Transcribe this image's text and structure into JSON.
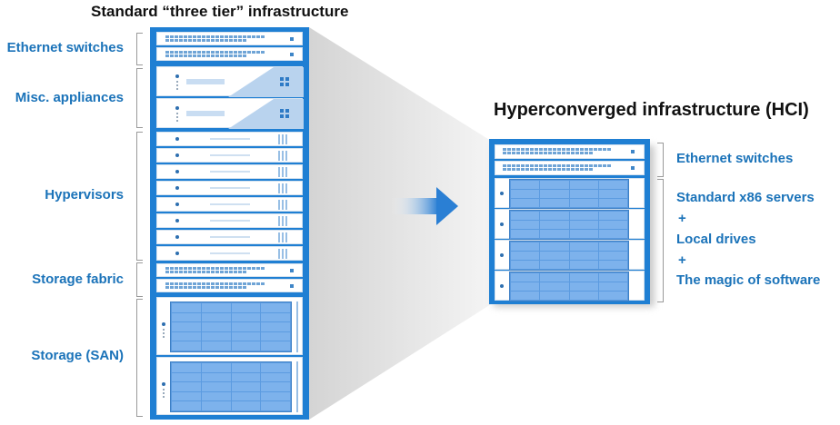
{
  "left": {
    "title": "Standard “three tier” infrastructure",
    "labels": {
      "ethernet": "Ethernet switches",
      "misc": "Misc. appliances",
      "hypervisors": "Hypervisors",
      "fabric": "Storage fabric",
      "san": "Storage (SAN)"
    }
  },
  "right": {
    "title": "Hyperconverged infrastructure (HCI)",
    "labels": {
      "ethernet": "Ethernet switches",
      "servers": "Standard x86 servers",
      "plus1": "+",
      "drives": "Local drives",
      "plus2": "+",
      "software": "The magic of software"
    }
  },
  "colors": {
    "rack": "#1f7fd3",
    "label": "#1b73b9",
    "arrow": "#2a7fd4",
    "funnel": "#dcdcdc"
  },
  "icons": [
    "funnel-shape",
    "right-arrow-icon"
  ]
}
